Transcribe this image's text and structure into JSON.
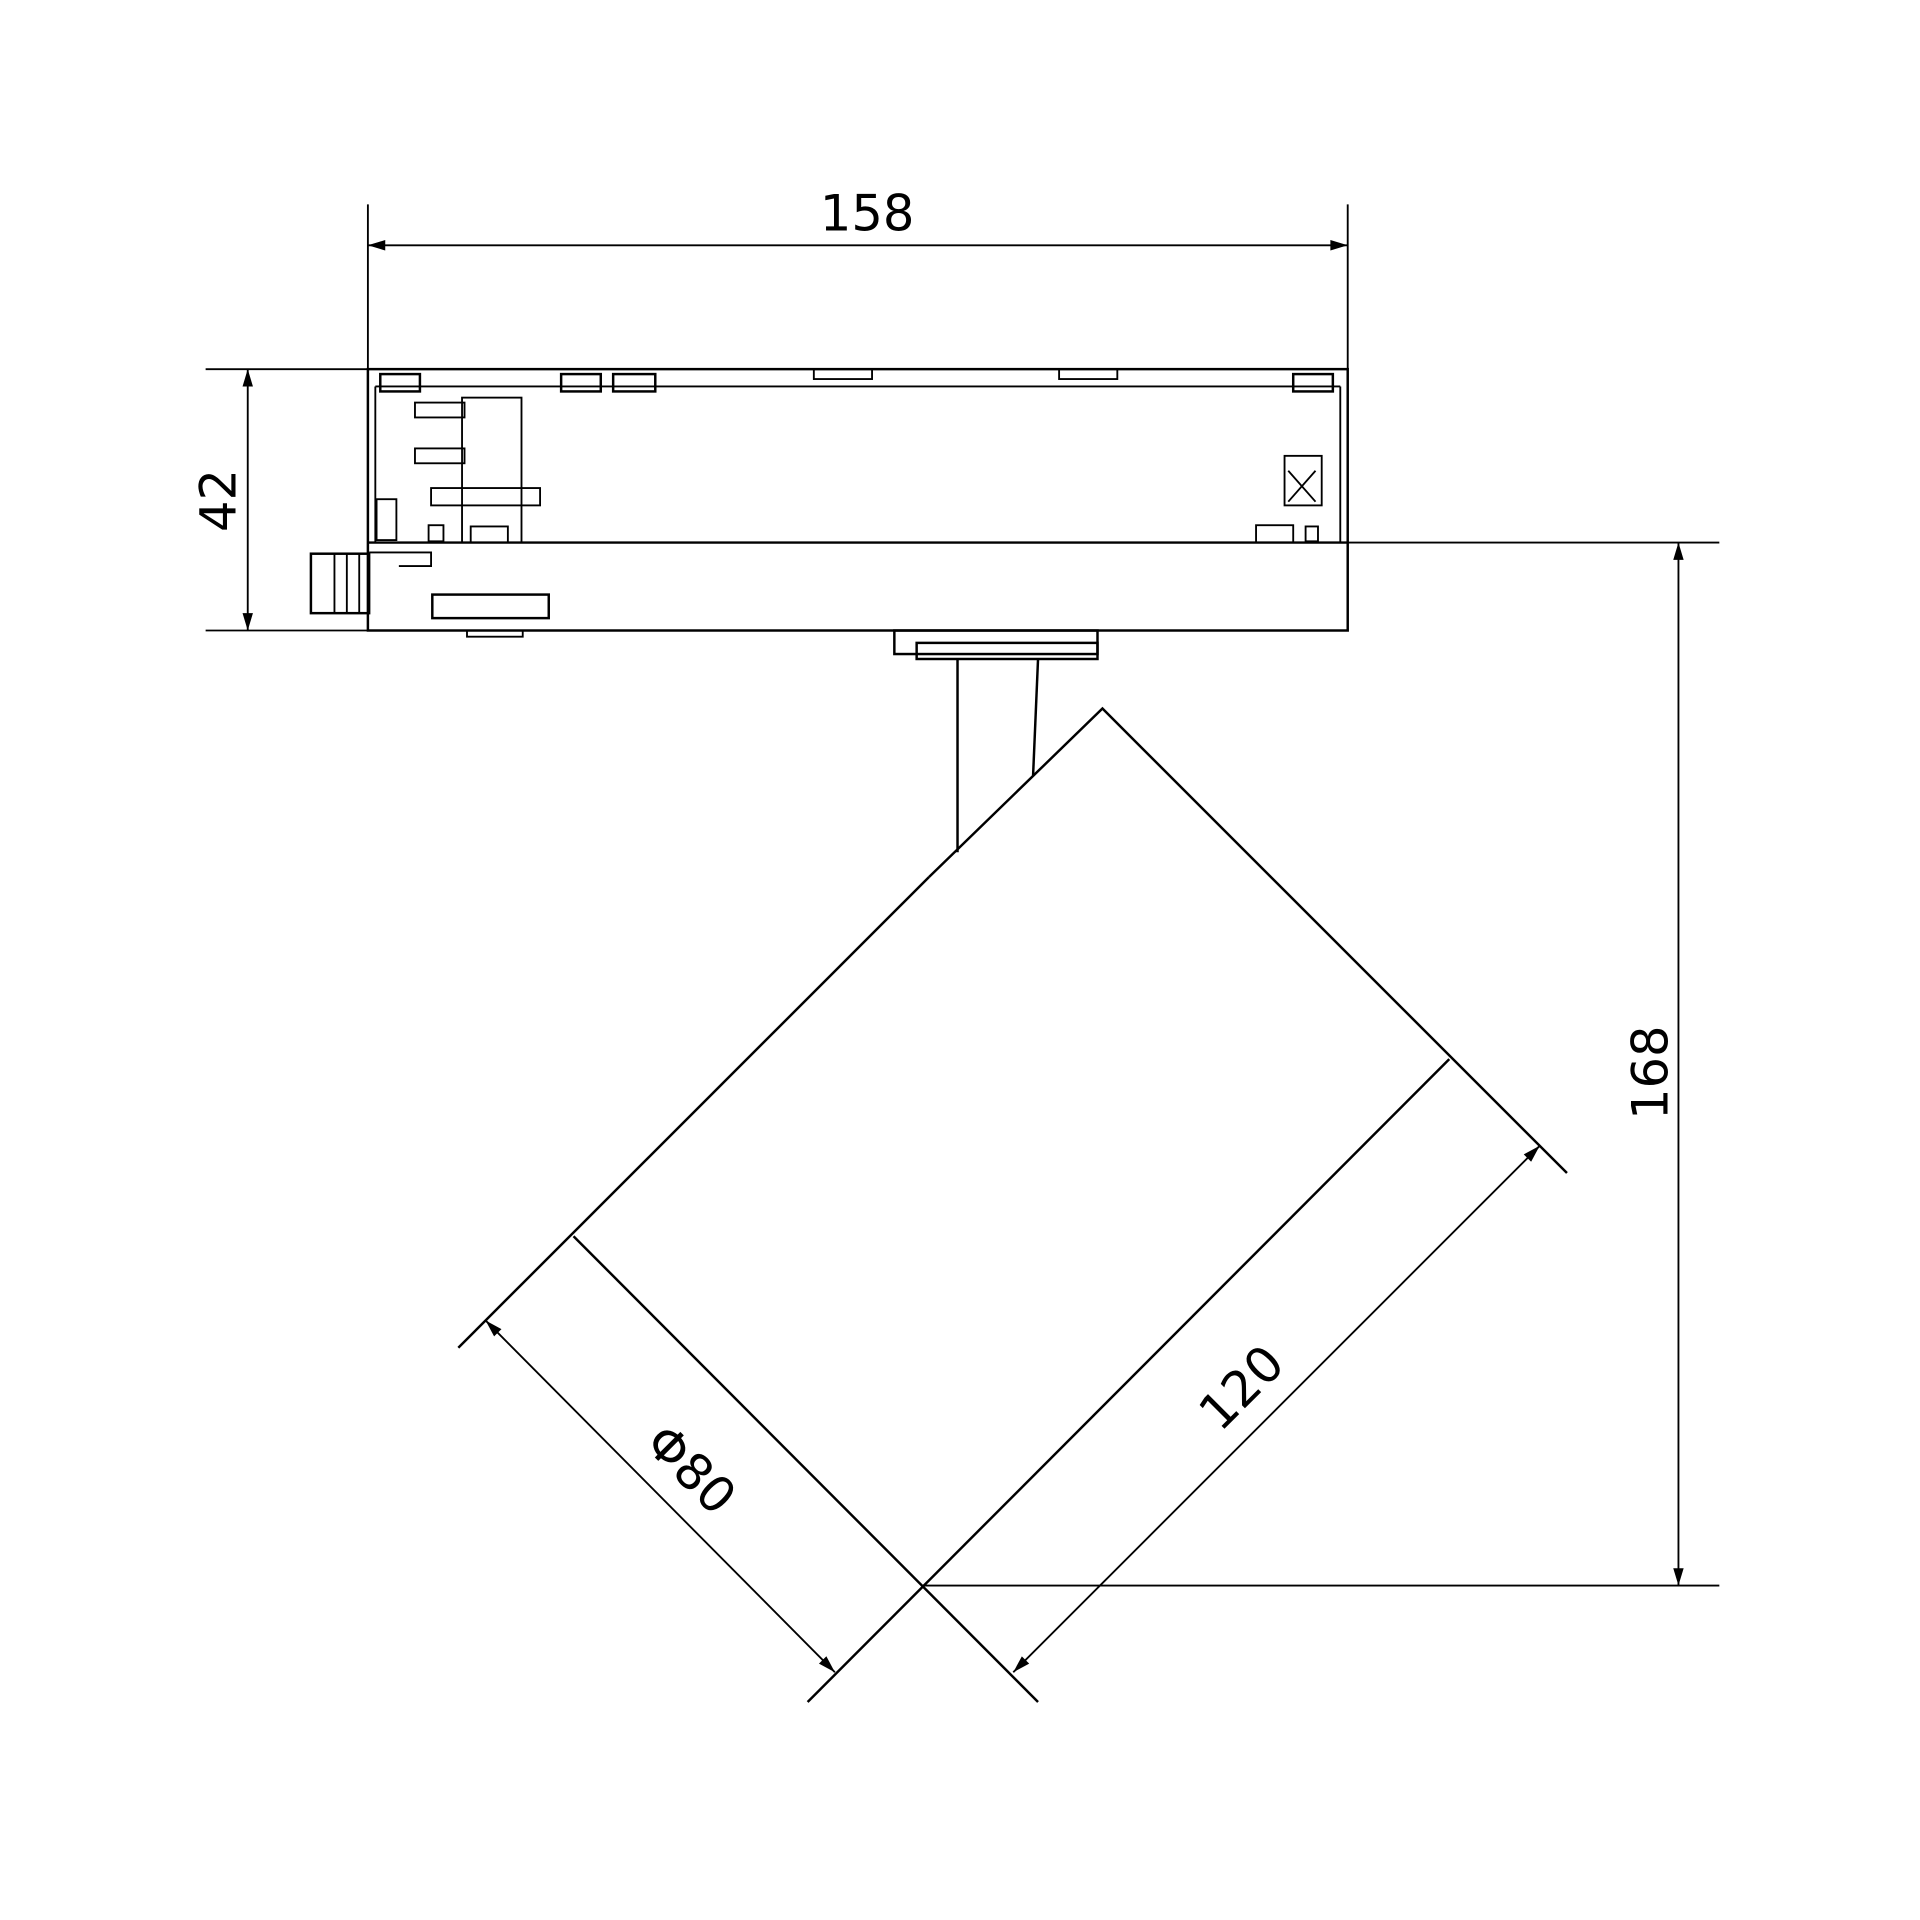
{
  "drawing": {
    "title": "Track spotlight dimension drawing",
    "dimensions": {
      "width": "158",
      "adapter_height": "42",
      "total_height": "168",
      "length": "120",
      "diameter": "Φ80"
    },
    "line_color": "#000000",
    "background": "#ffffff"
  }
}
